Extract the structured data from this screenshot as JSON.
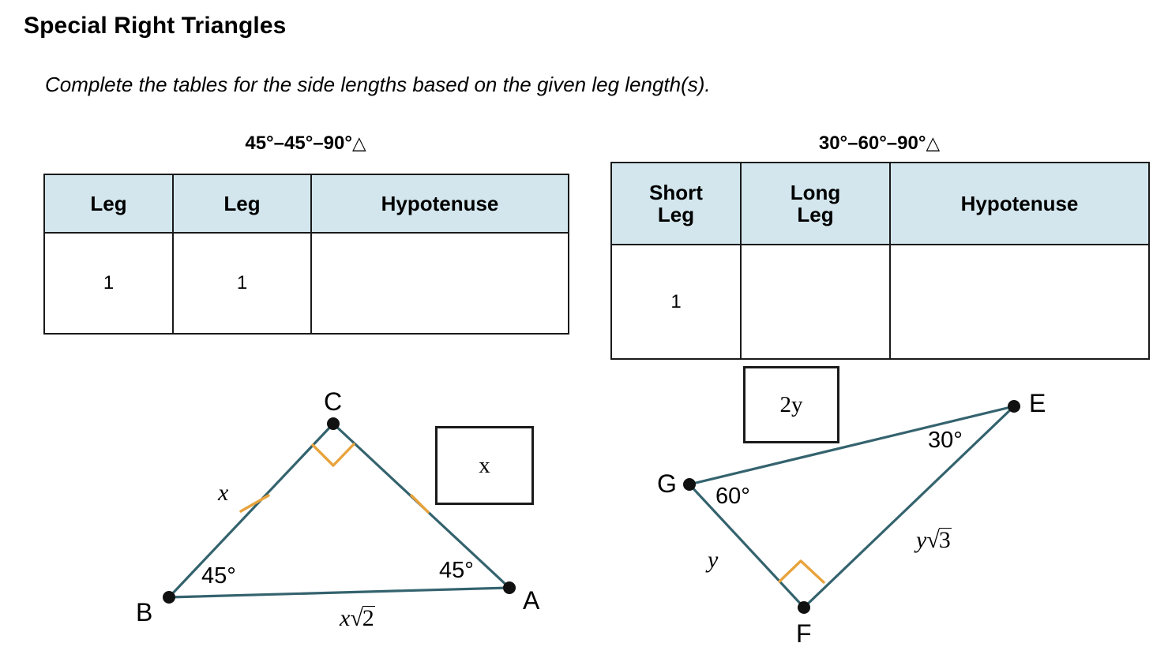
{
  "header": {
    "title": "Special Right Triangles",
    "subtitle": "Complete the tables for the side lengths based on the given leg length(s)."
  },
  "tables": [
    {
      "id": "left",
      "caption": "45°–45°–90°",
      "caption_glyph": "△",
      "headers": [
        "Leg",
        "Leg",
        "Hypotenuse"
      ],
      "rows": [
        [
          "1",
          "1",
          ""
        ]
      ]
    },
    {
      "id": "right",
      "caption": "30°–60°–90°",
      "caption_glyph": "△",
      "headers": [
        "Short\nLeg",
        "Long\nLeg",
        "Hypotenuse"
      ],
      "headers_line1": [
        "Short",
        "Long",
        "Hypotenuse"
      ],
      "headers_line2": [
        "Leg",
        "Leg",
        ""
      ],
      "rows": [
        [
          "1",
          "",
          ""
        ]
      ]
    }
  ],
  "figures": {
    "left_triangle": {
      "name": "45-45-90 triangle ABC",
      "vertices": {
        "A": "A",
        "B": "B",
        "C": "C"
      },
      "angles": {
        "at_B": "45°",
        "at_A": "45°"
      },
      "sides": {
        "BC_leg": "x",
        "AC_leg": "",
        "BA_hypotenuse_coeff": "x",
        "BA_hypotenuse_radicand": "2"
      },
      "answer_box_value": "x",
      "right_angle_at": "C"
    },
    "right_triangle": {
      "name": "30-60-90 triangle EFG",
      "vertices": {
        "E": "E",
        "F": "F",
        "G": "G"
      },
      "angles": {
        "at_G": "60°",
        "at_E": "30°"
      },
      "sides": {
        "GF_short_leg": "y",
        "FE_long_leg_coeff": "y",
        "FE_long_leg_radicand": "3"
      },
      "answer_box_value": "2y",
      "right_angle_at": "F"
    }
  },
  "colors": {
    "stroke": "#34636e",
    "mark": "#e8a33d",
    "header_fill": "#d3e6ed",
    "border": "#1a1a1a",
    "vertex_dot": "#111111"
  }
}
